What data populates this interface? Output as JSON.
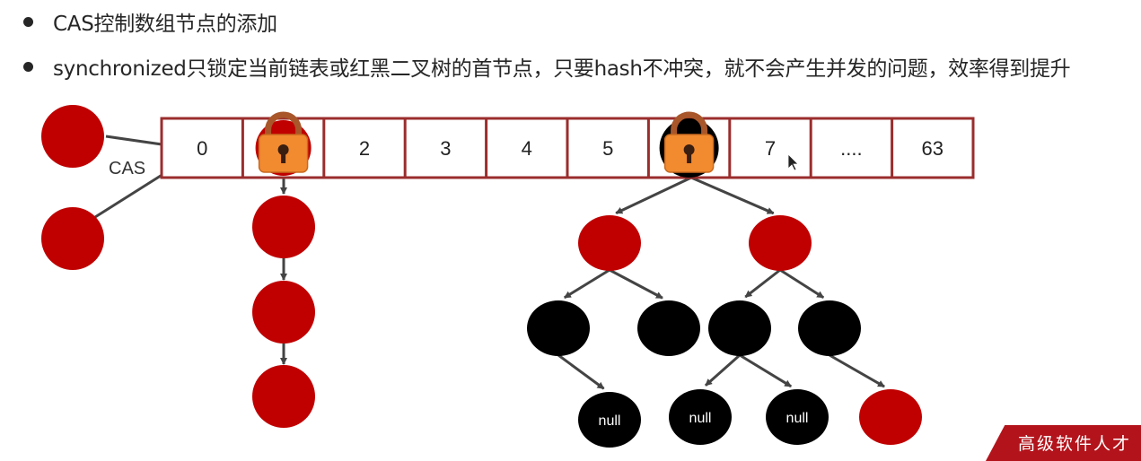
{
  "bullets": [
    "CAS控制数组节点的添加",
    "synchronized只锁定当前链表或红黑二叉树的首节点，只要hash不冲突，就不会产生并发的问题，效率得到提升"
  ],
  "array_cells": [
    "0",
    "",
    "2",
    "3",
    "4",
    "5",
    "",
    "7",
    "....",
    "63"
  ],
  "cas_label": "CAS",
  "null_label": "null",
  "locked_cells": [
    1,
    6
  ],
  "colors": {
    "red_node": "#c00000",
    "black_node": "#000000",
    "array_border": "#9b2d2d",
    "lock_body": "#f28a30",
    "lock_shackle": "#a8562a",
    "arrow": "#444444"
  },
  "icons": [
    "padlock-icon",
    "padlock-icon",
    "cursor-icon"
  ],
  "corner_banner_text": "高级软件人才"
}
